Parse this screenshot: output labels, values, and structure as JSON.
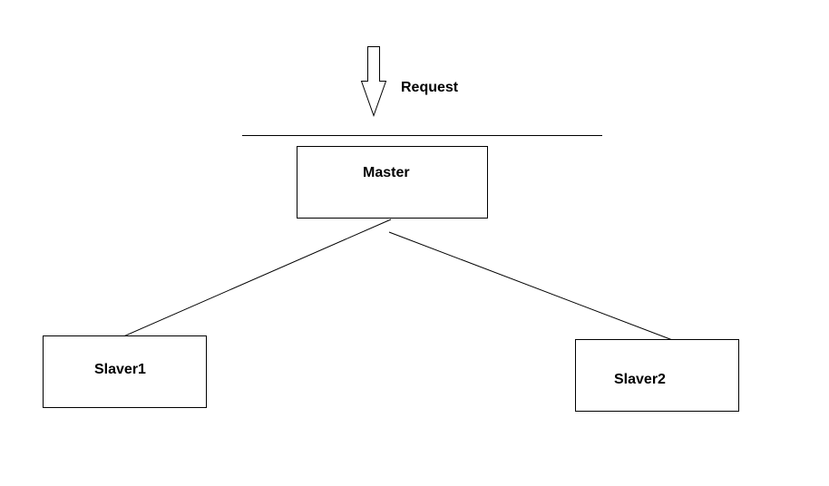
{
  "diagram": {
    "request_label": "Request",
    "master_label": "Master",
    "slave1_label": "Slaver1",
    "slave2_label": "Slaver2",
    "stroke_color": "#000000",
    "background_color": "#ffffff",
    "arrow_direction": "down"
  }
}
